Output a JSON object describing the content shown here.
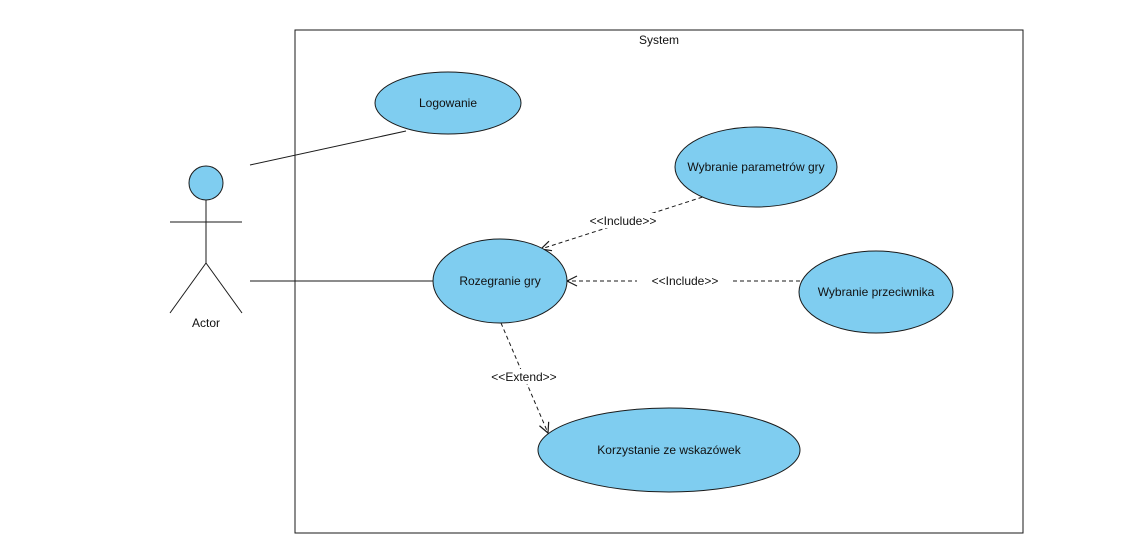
{
  "system": {
    "title": "System"
  },
  "actor": {
    "name": "Actor"
  },
  "use_cases": {
    "logowanie": "Logowanie",
    "wybranie_parametrow": "Wybranie parametrów gry",
    "rozegranie": "Rozegranie gry",
    "wybranie_przeciwnika": "Wybranie przeciwnika",
    "korzystanie": "Korzystanie ze wskazówek"
  },
  "relations": {
    "include_1": "<<Include>>",
    "include_2": "<<Include>>",
    "extend_1": "<<Extend>>"
  },
  "colors": {
    "use_case_fill": "#7fcdf0",
    "stroke": "#1a1a1a",
    "background": "#ffffff"
  },
  "icons": {
    "actor": "stick-figure-icon"
  }
}
